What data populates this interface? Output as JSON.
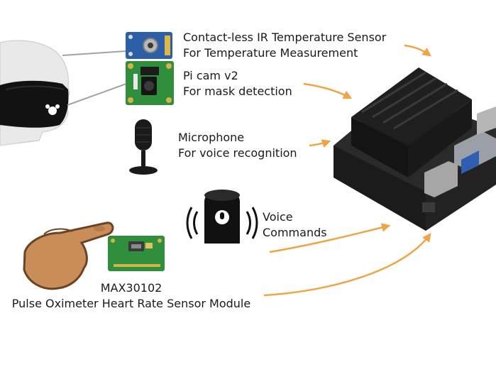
{
  "labels": {
    "ir_sensor": [
      "Contact-less IR Temperature Sensor",
      "For Temperature Measurement"
    ],
    "picam": [
      "Pi cam v2",
      "For mask detection"
    ],
    "microphone": [
      "Microphone",
      "For voice recognition"
    ],
    "voice": [
      "Voice",
      "Commands"
    ],
    "oximeter": [
      "MAX30102",
      "Pulse Oximeter Heart Rate Sensor Module"
    ]
  },
  "colors": {
    "arrow": "#f0a544",
    "connector": "#9aa4ab",
    "skin": "#c98e58",
    "skin_outline": "#6b4426",
    "pcb_green": "#2f8f3c",
    "pcb_blue": "#2c5fa8",
    "heatsink": "#1f1f1f",
    "speaker": "#111111"
  },
  "icons": [
    "head-with-mask-icon",
    "ir-sensor-board-icon",
    "pi-camera-board-icon",
    "microphone-icon",
    "smart-speaker-icon",
    "pointing-hand-icon",
    "max30102-board-icon",
    "jetson-nano-board-icon"
  ]
}
